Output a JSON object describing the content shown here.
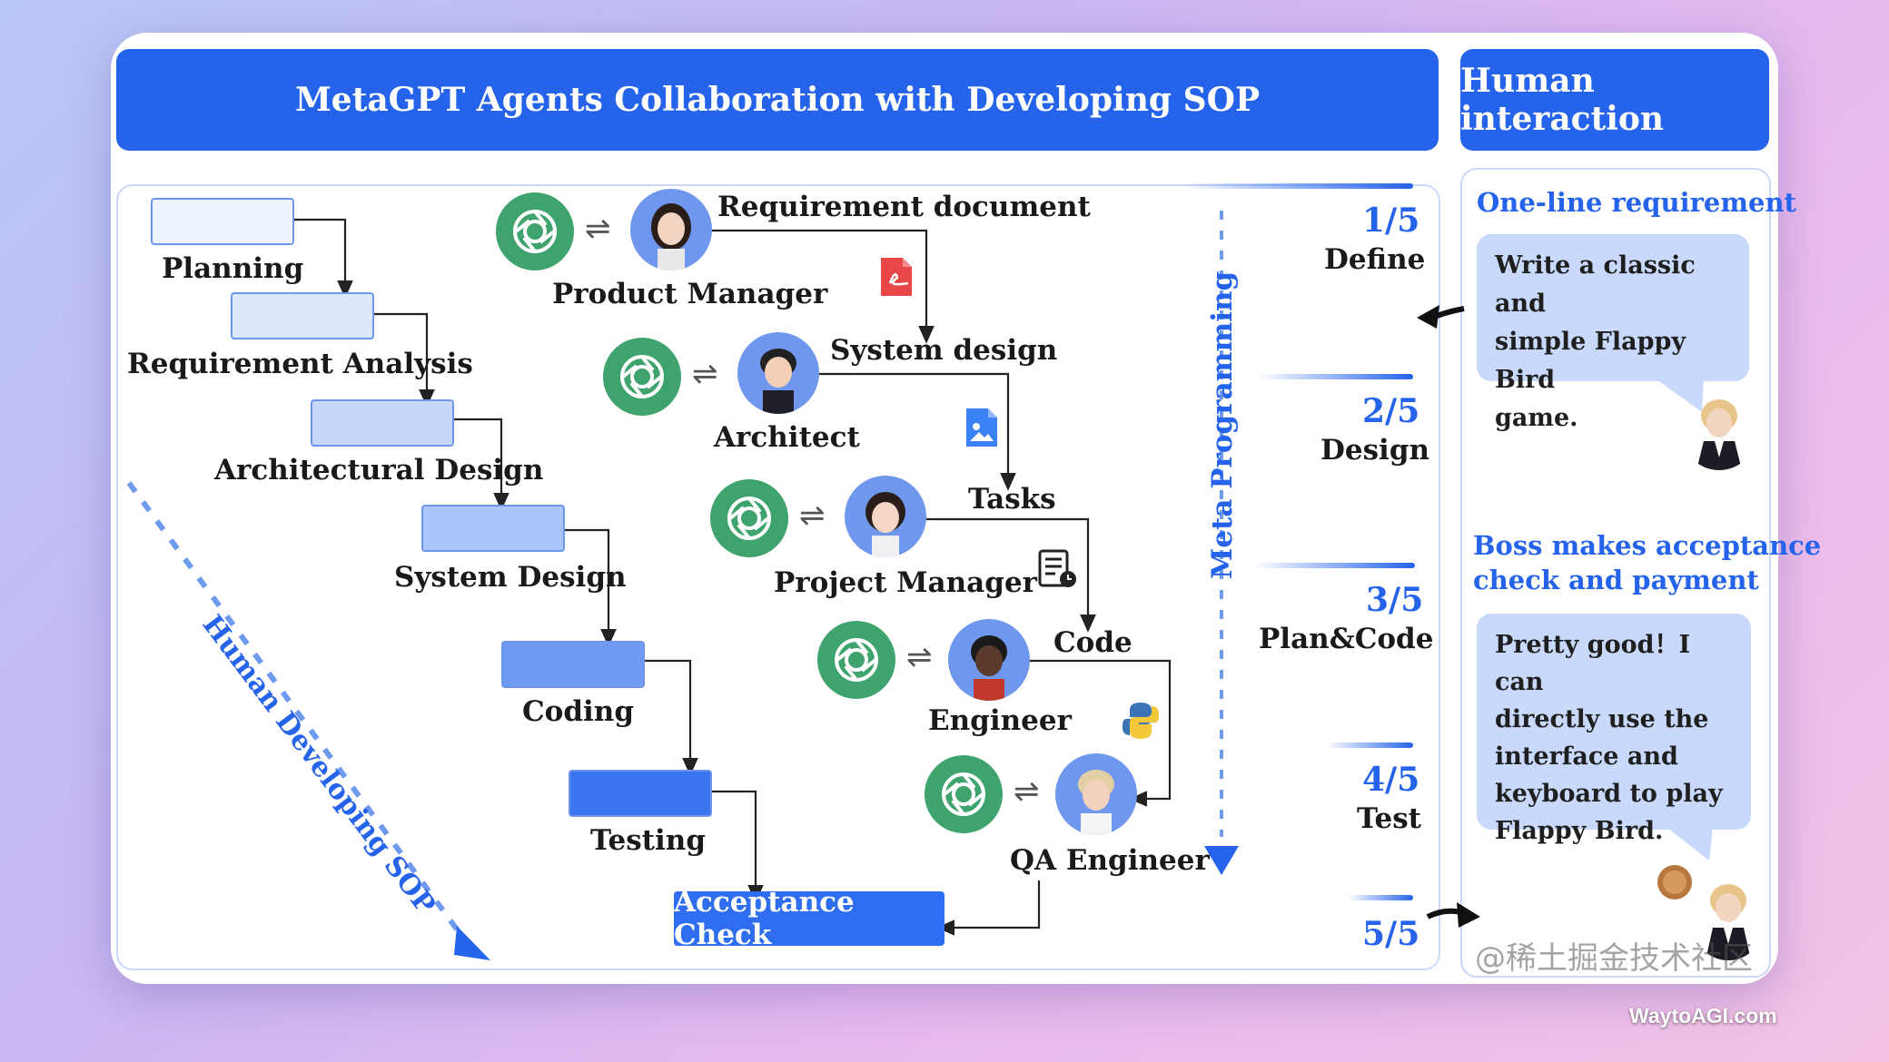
{
  "header": {
    "title": "MetaGPT Agents Collaboration with Developing SOP",
    "side_title": "Human interaction"
  },
  "sop": {
    "steps": [
      "Planning",
      "Requirement Analysis",
      "Architectural Design",
      "System Design",
      "Coding",
      "Testing"
    ],
    "final_step": "Acceptance Check",
    "diagonal_label": "Human Developing SOP"
  },
  "agents": [
    {
      "role": "Product Manager",
      "artifact": "Requirement document"
    },
    {
      "role": "Architect",
      "artifact": "System design"
    },
    {
      "role": "Project Manager",
      "artifact": "Tasks"
    },
    {
      "role": "Engineer",
      "artifact": "Code"
    },
    {
      "role": "QA Engineer",
      "artifact": ""
    }
  ],
  "meta_label": "Meta Programming",
  "stages": [
    {
      "num": "1/5",
      "name": "Define"
    },
    {
      "num": "2/5",
      "name": "Design"
    },
    {
      "num": "3/5",
      "name": "Plan&Code"
    },
    {
      "num": "4/5",
      "name": "Test"
    },
    {
      "num": "5/5",
      "name": ""
    }
  ],
  "human": {
    "req_heading": "One-line requirement",
    "req_line1": "Write a classic and",
    "req_line2": "simple Flappy Bird",
    "req_line3": "game.",
    "boss_heading_line1": "Boss makes acceptance",
    "boss_heading_line2": "check and payment",
    "boss_line1": "Pretty good！I can",
    "boss_line2": "directly use the",
    "boss_line3": "interface and",
    "boss_line4": "keyboard to play",
    "boss_line5": "Flappy Bird."
  },
  "watermark": "@稀土掘金技术社区",
  "credit": "WaytoAGI.com",
  "colors": {
    "accent": "#2563eb",
    "gpt_green": "#3fa36e",
    "avatar_blue": "#6f97ee",
    "bubble": "#c8d9fb"
  }
}
